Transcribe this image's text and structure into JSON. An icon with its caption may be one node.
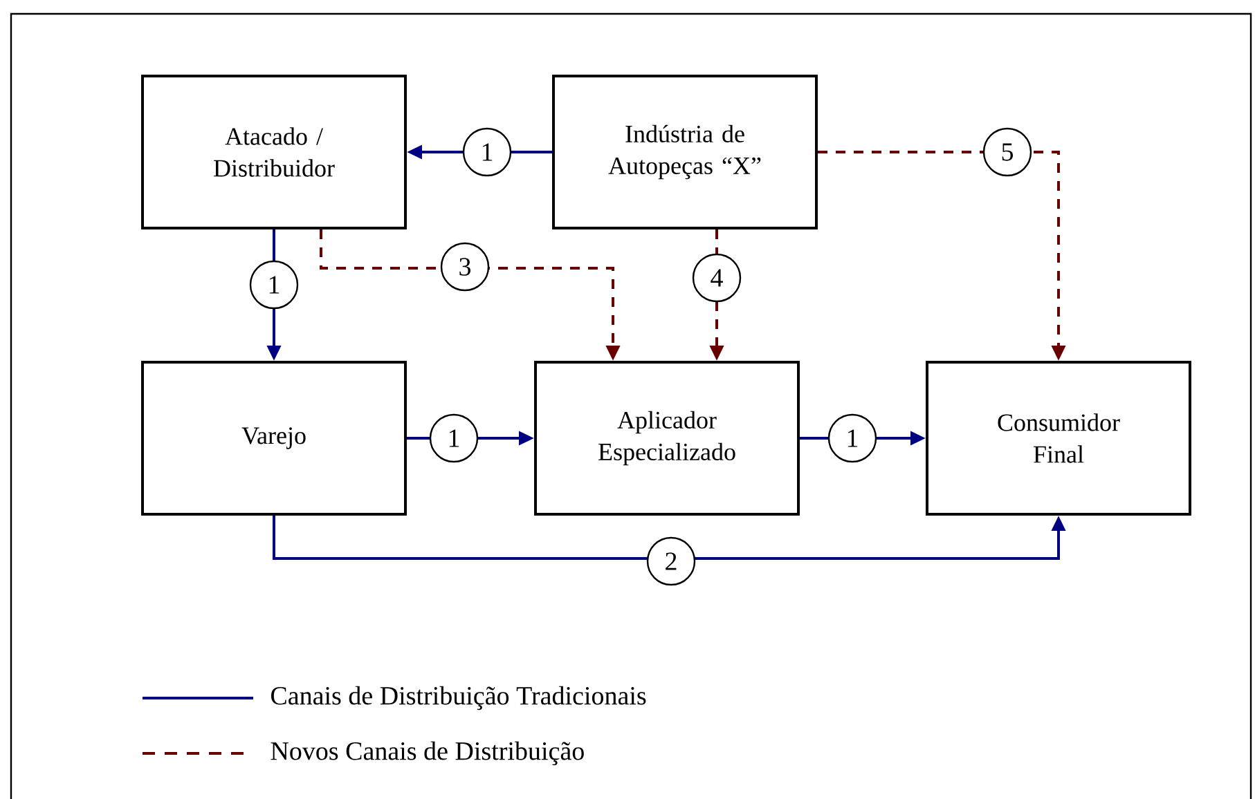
{
  "diagram": {
    "nodes": [
      {
        "text": [
          "Atacado / Distribuidor"
        ]
      },
      {
        "text": [
          "Indústria de Autopeças “X”"
        ]
      },
      {
        "text": [
          "Varejo"
        ]
      },
      {
        "text": [
          "Aplicador Especializado"
        ]
      },
      {
        "text": [
          "Consumidor Final"
        ]
      }
    ],
    "edges": [
      {
        "from": 1,
        "to": 0,
        "arrow": "to",
        "label": "1"
      },
      {
        "from": 0,
        "to": 2,
        "arrow": "to",
        "label": "1"
      },
      {
        "from": 0,
        "to": 3,
        "arrow": "to",
        "label": "3",
        "style": "dashed",
        "color": "#660000"
      },
      {
        "from": 1,
        "to": 3,
        "arrow": "to",
        "label": "4",
        "style": "dashed",
        "color": "#660000"
      },
      {
        "from": 1,
        "to": 4,
        "arrow": "to",
        "label": "5",
        "style": "dashed",
        "color": "#660000"
      },
      {
        "from": 2,
        "to": 3,
        "arrow": "to",
        "label": "1"
      },
      {
        "from": 3,
        "to": 4,
        "arrow": "to",
        "label": "1"
      },
      {
        "from": 2,
        "to": 4,
        "arrow": "to",
        "label": "2"
      }
    ],
    "legend": [
      {
        "text": "Canais de Distribuição Tradicionais"
      },
      {
        "text": "Novos Canais de Distribuição"
      }
    ]
  }
}
